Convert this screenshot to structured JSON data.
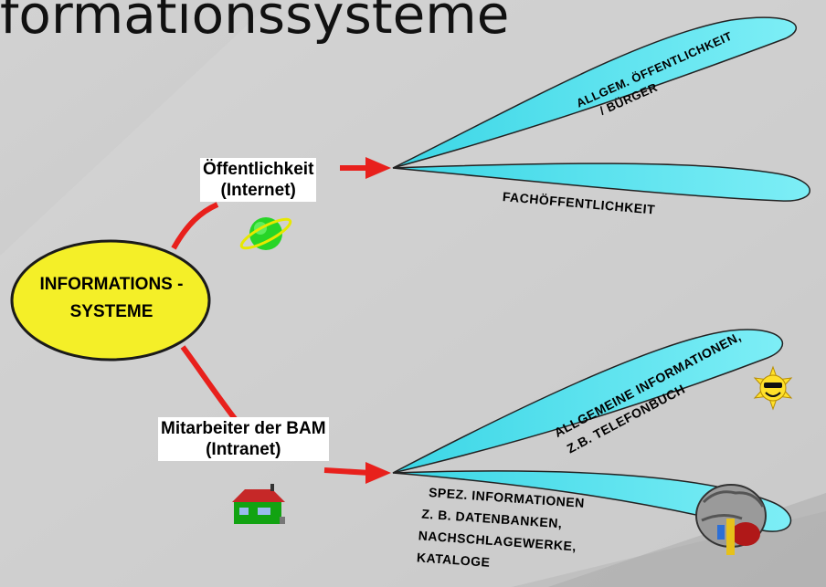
{
  "title": "formationssysteme",
  "center": {
    "line1": "INFORMATIONS -",
    "line2": "SYSTEME"
  },
  "nodes": {
    "public": {
      "line1": "Öffentlichkeit",
      "line2": "(Internet)"
    },
    "staff": {
      "line1": "Mitarbeiter der BAM",
      "line2": "(Intranet)"
    }
  },
  "branches": {
    "general_public": [
      "ALLGEM. ÖFFENTLICHKEIT",
      "/ BÜRGER"
    ],
    "expert_public": "FACHÖFFENTLICHKEIT",
    "general_info": [
      "ALLGEMEINE INFORMATIONEN,",
      "Z.B. TELEFONBUCH"
    ],
    "special_info": [
      "SPEZ. INFORMATIONEN",
      "Z. B. DATENBANKEN,",
      "NACHSCHLAGEWERKE,",
      "KATALOGE"
    ]
  },
  "icons": [
    "planet-icon",
    "house-icon",
    "sun-icon",
    "brain-icon"
  ],
  "colors": {
    "arrow": "#e8201c",
    "beam": "#5fe3ee",
    "ellipse": "#f4ef28"
  }
}
